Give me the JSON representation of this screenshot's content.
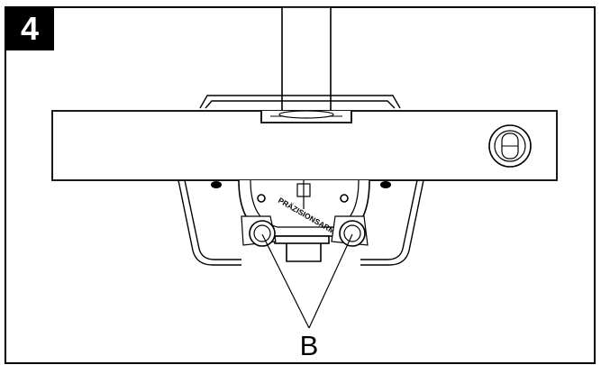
{
  "figure": {
    "step_number": "4",
    "callout_label": "B",
    "part_text": "PRÄZISIONSARMATUR",
    "colors": {
      "line": "#000000",
      "background": "#ffffff",
      "badge": "#000000"
    }
  }
}
